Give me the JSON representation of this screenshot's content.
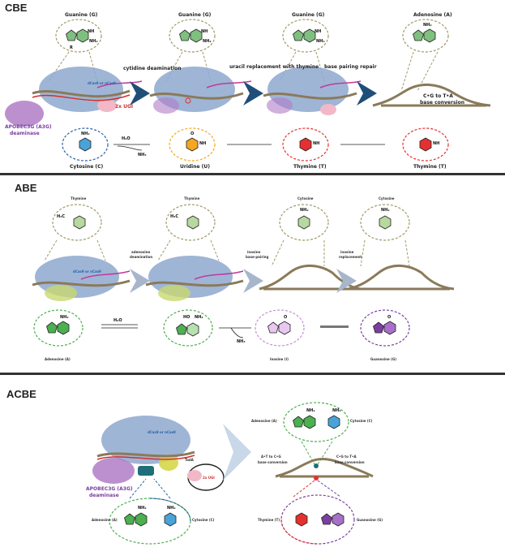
{
  "panels": {
    "cbe": {
      "title": "CBE",
      "guanine_1": "Guanine (G)",
      "guanine_2": "Guanine (G)",
      "guanine_3": "Guanine (G)",
      "adenosine": "Adenosine (A)",
      "cas9": "dCas9 or nCas9",
      "apobec": "APOBEC3G (A3G)",
      "deaminase": "deaminase",
      "ugi": "2x UGI",
      "step1": "cytidine deamination",
      "step2": "uracil replacement with thymine",
      "step3": "base pairing repair",
      "conversion_1": "C•G to T•A",
      "conversion_2": "base conversion",
      "water": "H₂O",
      "ammonia": "NH₃",
      "cytosine": "Cytosine (C)",
      "uridine": "Uridine (U)",
      "thymine_1": "Thymine (T)",
      "thymine_2": "Thymine (T)"
    },
    "abe": {
      "title": "ABE",
      "thymine_1": "Thymine",
      "thymine_2": "Thymine",
      "cytosine_1": "Cytosine",
      "cytosine_2": "Cytosine",
      "step1_a": "adenosine",
      "step1_b": "deamination",
      "step2_a": "inosine",
      "step2_b": "base-pairing",
      "step3_a": "inosine",
      "step3_b": "replacement",
      "cas9": "dCas9 or nCas9",
      "water": "H₂O",
      "ammonia": "NH₃",
      "adenosine": "Adenosine (A)",
      "inosine": "Inosine (I)",
      "guanosine": "Guanosine (G)"
    },
    "acbe": {
      "title": "ACBE",
      "cas9": "dCas9 or nCas9",
      "tada": "TadA",
      "ugi": "2x UGI",
      "apobec": "APOBEC3G (A3G)",
      "deaminase": "deaminase",
      "adenosine_left": "Adenosine (A)",
      "cytosine_left": "Cytosine (C)",
      "adenosine_right": "Adenosine (A)",
      "cytosine_right": "Cytosine (C)",
      "conv_at_1": "A•T to C•G",
      "conv_at_2": "base conversion",
      "conv_cg_1": "C•G to T•A",
      "conv_cg_2": "base conversion",
      "thymine": "Thymine (T)",
      "guanosine": "Guanosine (G)"
    }
  },
  "colors": {
    "protein": "#8ea8cf",
    "apobec": "#b07cc6",
    "arrow_dark": "#1f4e79",
    "arrow_light": "#a8b6cc",
    "dna": "#8a7a5a",
    "guanine": "#7fbf7f",
    "cytosine": "#4aa3d8",
    "uridine": "#f5a623",
    "thymine": "#e53030",
    "adenosine": "#4caf50",
    "inosine": "#c58fd6",
    "guanosine": "#7b3fa0",
    "text_purple": "#7b3fa0",
    "text_red": "#d0312d",
    "text_blue": "#2a62a8"
  }
}
